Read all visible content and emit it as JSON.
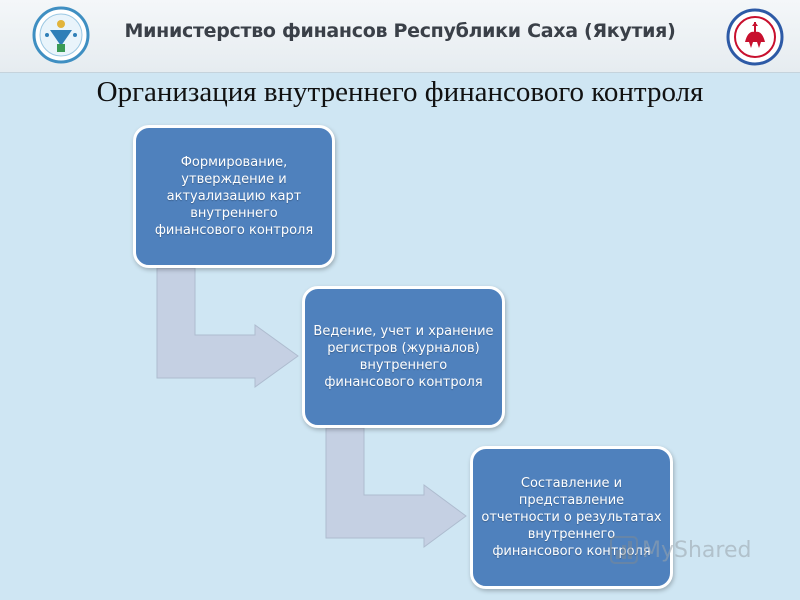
{
  "header": {
    "ministry": "Министерство финансов Республики Саха (Якутия)"
  },
  "title": "Организация внутреннего финансового контроля",
  "steps": [
    "Формирование, утверждение и актуализацию карт внутреннего финансового контроля",
    "Ведение, учет и хранение регистров (журналов) внутреннего финансового контроля",
    "Составление и представление отчетности о результатах внутреннего финансового контроля"
  ],
  "watermark": "MyShared",
  "colors": {
    "step_fill": "#4f81bd",
    "arrow_fill": "#c5d0e3",
    "background": "#cfe6f3"
  }
}
